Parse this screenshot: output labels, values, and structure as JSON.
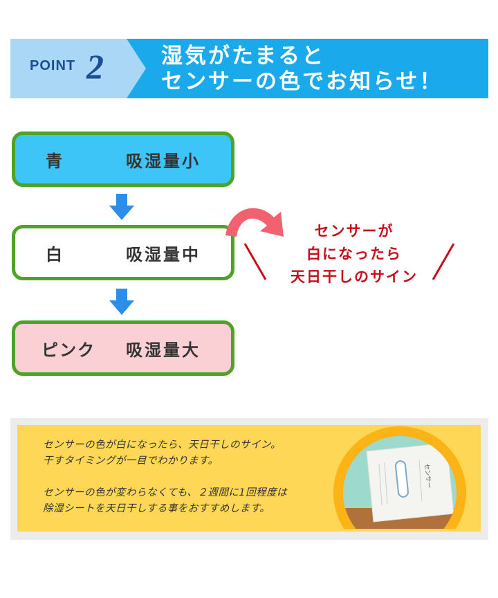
{
  "header": {
    "point_label": "POINT",
    "point_number": "2",
    "title_line1": "湿気がたまると",
    "title_line2": "センサーの色でお知らせ！",
    "colors": {
      "light_blue": "#a9d7f5",
      "blue": "#1aa9ea",
      "navy": "#1a4d94"
    }
  },
  "flow": {
    "steps": [
      {
        "color": "青",
        "level": "吸湿量小",
        "fill": "#3cc5f6"
      },
      {
        "color": "白",
        "level": "吸湿量中",
        "fill": "#ffffff"
      },
      {
        "color": "ピンク",
        "level": "吸湿量大",
        "fill": "#fbd0d4"
      }
    ],
    "border_color": "#4ea327",
    "arrow_color": "#2c8ee8",
    "arrow_icon": "arrow-down-icon"
  },
  "callout": {
    "line1": "センサーが",
    "line2": "白になったら",
    "line3": "天日干しのサイン",
    "color": "#c40f1b",
    "curve_icon": "curved-arrow-icon",
    "curve_color": "#f2616f"
  },
  "info": {
    "paragraph1_line1": "センサーの色が白になったら、天日干しのサイン。",
    "paragraph1_line2": "干すタイミングが一目でわかります。",
    "paragraph2_line1": "センサーの色が変わらなくても、２週間に1回程度は",
    "paragraph2_line2": "除湿シートを天日干しする事をおすすめします。",
    "photo_text": "センサー",
    "colors": {
      "background": "#fdd755",
      "ring": "#fcb316"
    }
  }
}
